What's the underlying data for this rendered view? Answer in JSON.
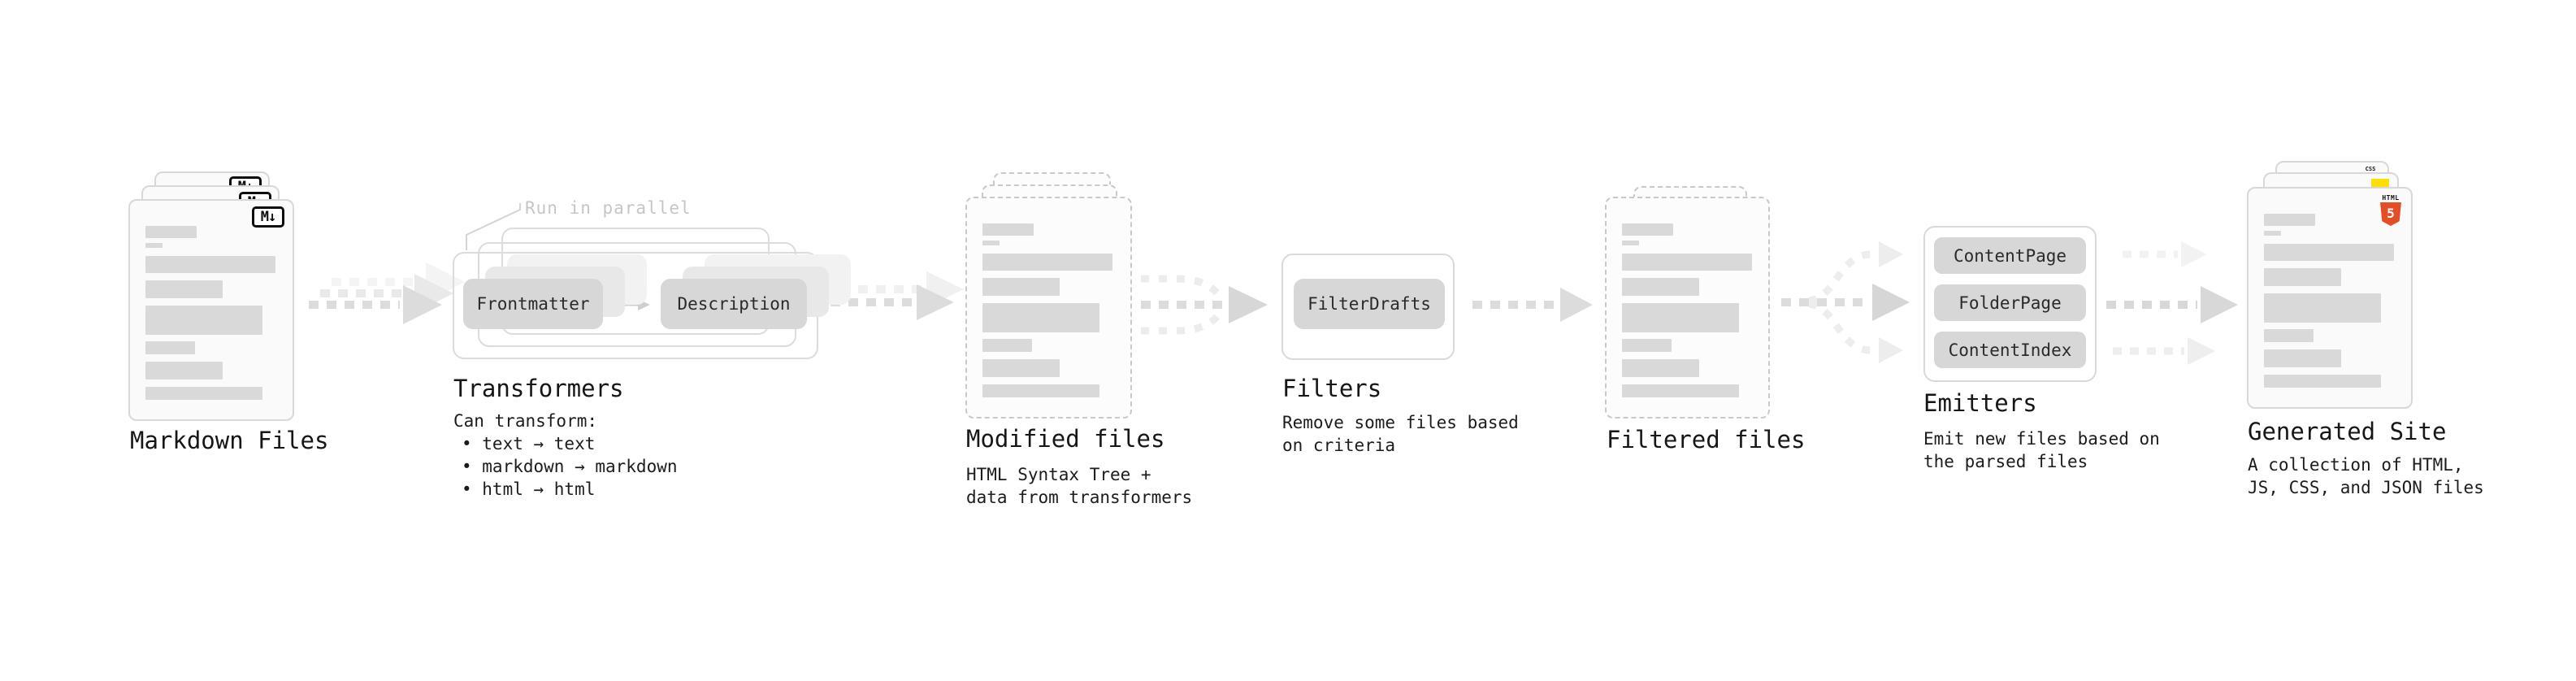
{
  "diagram": {
    "stages": [
      {
        "title": "Markdown Files",
        "badge_label": "M↓"
      },
      {
        "title": "Transformers",
        "annotation": "Run in parallel",
        "pills": [
          "Frontmatter",
          "Description"
        ],
        "description_lines": [
          "Can transform:",
          "• text → text",
          "• markdown → markdown",
          "• html → html"
        ]
      },
      {
        "title": "Modified files",
        "description_lines": [
          "HTML Syntax Tree +",
          "data from transformers"
        ]
      },
      {
        "title": "Filters",
        "pills": [
          "FilterDrafts"
        ],
        "description_lines": [
          "Remove some files based",
          "on criteria"
        ]
      },
      {
        "title": "Filtered files"
      },
      {
        "title": "Emitters",
        "pills": [
          "ContentPage",
          "FolderPage",
          "ContentIndex"
        ],
        "description_lines": [
          "Emit new files based on",
          "the parsed files"
        ]
      },
      {
        "title": "Generated Site",
        "badges": {
          "css_label": "CSS",
          "html_label": "HTML",
          "html_number": "5"
        },
        "description_lines": [
          "A collection of HTML,",
          "JS, CSS, and JSON files"
        ]
      }
    ],
    "colors": {
      "html5_orange": "#e44d26",
      "js_yellow": "#ffdf00",
      "css_blue": "#2f6bf2",
      "markdown_badge_black": "#0d0d0d",
      "arrow_gray": "#dcdcdc",
      "arrow_light": "#ededed",
      "text_dark": "#161616",
      "annotation_gray": "#c6c6c6"
    }
  }
}
